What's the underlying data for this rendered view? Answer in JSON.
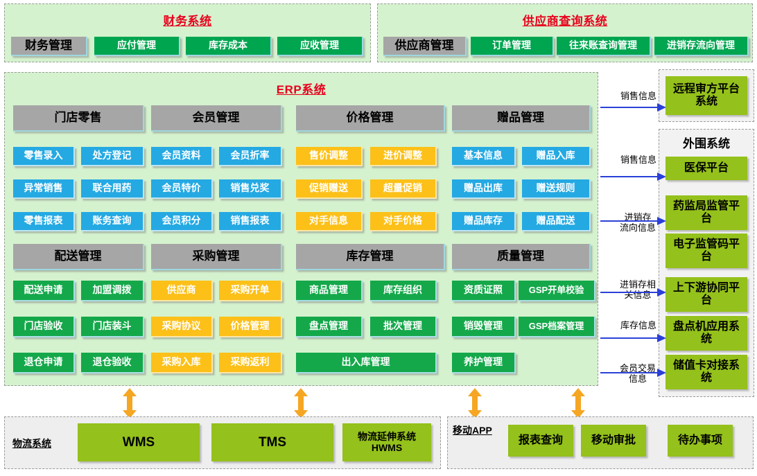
{
  "finance_system": {
    "title": "财务系统",
    "buttons": [
      {
        "label": "财务管理",
        "style": "gray"
      },
      {
        "label": "应付管理",
        "style": "green"
      },
      {
        "label": "库存成本",
        "style": "green"
      },
      {
        "label": "应收管理",
        "style": "green"
      }
    ]
  },
  "supplier_system": {
    "title": "供应商查询系统",
    "buttons": [
      {
        "label": "供应商管理",
        "style": "gray"
      },
      {
        "label": "订单管理",
        "style": "green"
      },
      {
        "label": "往来账查询管理",
        "style": "green"
      },
      {
        "label": "进销存流向管理",
        "style": "green"
      }
    ]
  },
  "erp": {
    "title": "ERP系统",
    "block_headers": [
      "门店零售",
      "会员管理",
      "价格管理",
      "赠品管理",
      "配送管理",
      "采购管理",
      "库存管理",
      "质量管理"
    ],
    "store_retail": [
      "零售录入",
      "异常销售",
      "零售报表"
    ],
    "store_retail_b": [
      "处方登记",
      "联合用药",
      "账务查询"
    ],
    "member": [
      "会员资料",
      "会员特价",
      "会员积分"
    ],
    "member_b": [
      "会员折率",
      "销售兑奖",
      "销售报表"
    ],
    "price": [
      "售价调整",
      "促销赠送",
      "对手信息"
    ],
    "price_b": [
      "进价调整",
      "超量促销",
      "对手价格"
    ],
    "gift": [
      "基本信息",
      "赠品出库",
      "赠品库存"
    ],
    "gift_b": [
      "赠品入库",
      "赠送规则",
      "赠品配送"
    ],
    "delivery": [
      "配送申请",
      "门店验收",
      "退仓申请"
    ],
    "delivery_b": [
      "加盟调拨",
      "门店装斗",
      "退仓验收"
    ],
    "purchase": [
      "供应商",
      "采购协议",
      "采购入库"
    ],
    "purchase_b": [
      "采购开单",
      "价格管理",
      "采购返利"
    ],
    "stock": [
      "商品管理",
      "盘点管理"
    ],
    "stock_b": [
      "库存组织",
      "批次管理"
    ],
    "stock_wide": "出入库管理",
    "quality": [
      "资质证照",
      "销毁管理"
    ],
    "quality_b": [
      "GSP开单校验",
      "GSP档案管理"
    ],
    "quality_last": "养护管理"
  },
  "right_flows": [
    {
      "label": "销售信息"
    },
    {
      "label": "销售信息"
    },
    {
      "label_line1": "进销存",
      "label_line2": "流向信息"
    },
    {
      "label_line1": "进销存相",
      "label_line2": "关信息"
    },
    {
      "label": "库存信息"
    },
    {
      "label_line1": "会员交易",
      "label_line2": "信息"
    }
  ],
  "remote_panel": {
    "box": "远程审方平台系统"
  },
  "peripheral": {
    "title": "外围系统",
    "items": [
      "医保平台",
      "药监局监管平台",
      "电子监管码平台",
      "上下游协同平台",
      "盘点机应用系统",
      "储值卡对接系统"
    ]
  },
  "logistics": {
    "label": "物流系统",
    "items": [
      "WMS",
      "TMS",
      "物流延伸系统 HWMS"
    ]
  },
  "mobile_app": {
    "label": "移动APP",
    "items": [
      "报表查询",
      "移动审批",
      "待办事项"
    ]
  },
  "colors": {
    "red_title": "#e8001c",
    "gray_chip": "#a6a6a6",
    "green_chip": "#00a550",
    "blue_chip": "#24a9e3",
    "amber_chip": "#fcc018",
    "olive_chip": "#94c11b",
    "panel_green": "#d5f2ce",
    "arrow_blue": "#2b40d8",
    "arrow_orange": "#f5a623"
  }
}
